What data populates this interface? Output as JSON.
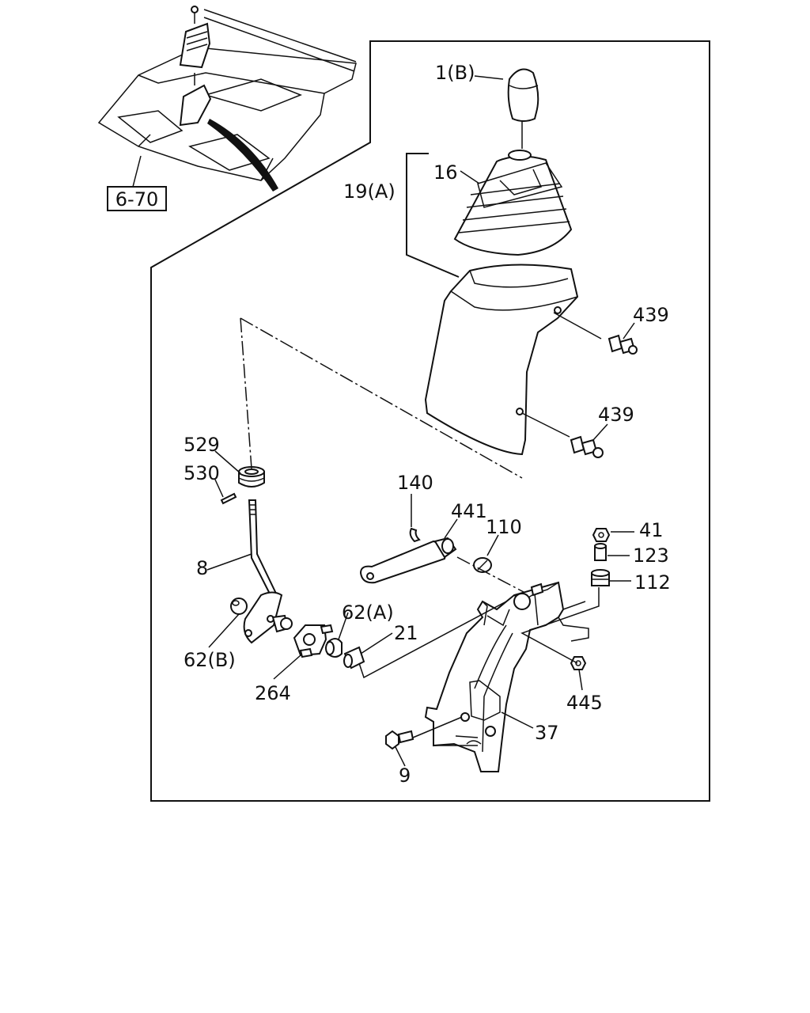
{
  "diagram": {
    "reference_box": "6-70",
    "labels": {
      "p1b": "1(B)",
      "p16": "16",
      "p19a": "19(A)",
      "p439a": "439",
      "p439b": "439",
      "p529": "529",
      "p530": "530",
      "p140": "140",
      "p441": "441",
      "p110": "110",
      "p41": "41",
      "p123": "123",
      "p112": "112",
      "p8": "8",
      "p62a": "62(A)",
      "p21": "21",
      "p62b": "62(B)",
      "p264": "264",
      "p445": "445",
      "p37": "37",
      "p9": "9"
    }
  }
}
